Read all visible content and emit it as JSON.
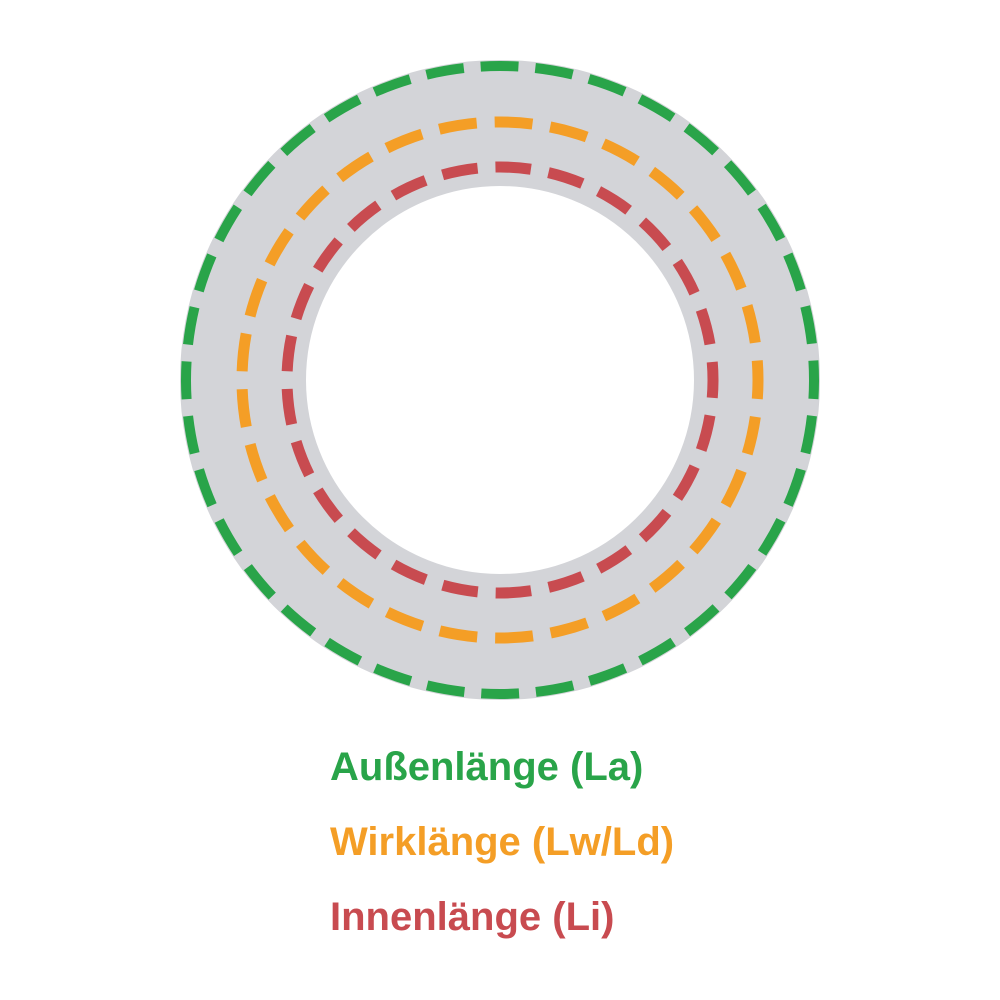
{
  "page": {
    "background": "#ffffff"
  },
  "diagram": {
    "description": "V-belt ring cross-section showing the three measured belt length circumferences",
    "belt_fill": "#d3d4d8",
    "circles": [
      {
        "id": "outer-length",
        "label": "Außenlänge (La)",
        "color": "#29a449",
        "line_style": "dashed",
        "position": "outer edge of belt ring"
      },
      {
        "id": "effective-length",
        "label": "Wirklänge (Lw/Ld)",
        "color": "#f49e26",
        "line_style": "dashed",
        "position": "middle of belt ring"
      },
      {
        "id": "inner-length",
        "label": "Innenlänge (Li)",
        "color": "#c84b50",
        "line_style": "dashed",
        "position": "inner edge of belt ring"
      }
    ]
  }
}
